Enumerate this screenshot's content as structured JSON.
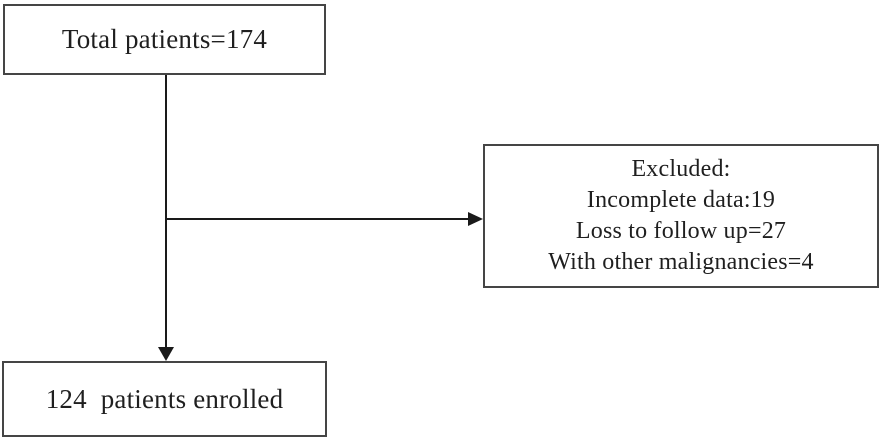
{
  "diagram": {
    "type": "patient-flow",
    "nodes": {
      "total": {
        "label": "Total patients=174"
      },
      "excluded": {
        "lines": [
          "Excluded:",
          "Incomplete data:19",
          "Loss to follow up=27",
          "With other malignancies=4"
        ]
      },
      "enrolled": {
        "label": "124  patients enrolled"
      }
    },
    "edges": [
      {
        "from": "total",
        "to": "enrolled",
        "direction": "down"
      },
      {
        "from": "total",
        "to": "excluded",
        "direction": "right"
      }
    ],
    "colors": {
      "background": "#ffffff",
      "box_border": "#454545",
      "line": "#1a1a1a",
      "text": "#1f1f1f"
    }
  }
}
